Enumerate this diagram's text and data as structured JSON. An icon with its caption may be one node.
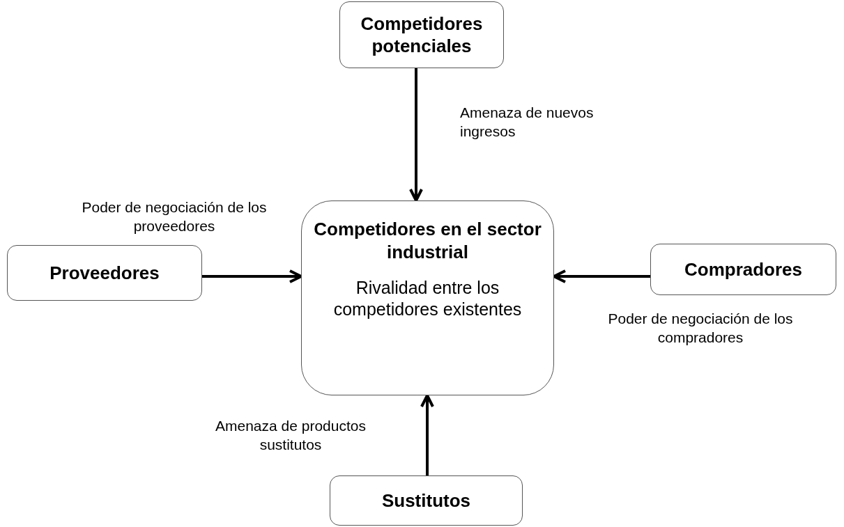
{
  "diagram": {
    "nodes": [
      {
        "text": [
          "Competidores potenciales"
        ]
      },
      {
        "text": [
          "Proveedores"
        ]
      },
      {
        "text": [
          "Competidores en el sector industrial",
          "Rivalidad entre los competidores existentes"
        ]
      },
      {
        "text": [
          "Compradores"
        ]
      },
      {
        "text": [
          "Sustitutos"
        ]
      }
    ],
    "edges": [
      {
        "from": 0,
        "to": 2,
        "arrow": "to",
        "label": "Amenaza de nuevos ingresos"
      },
      {
        "from": 1,
        "to": 2,
        "arrow": "to",
        "label": "Poder de negociación de los proveedores"
      },
      {
        "from": 3,
        "to": 2,
        "arrow": "to",
        "label": "Poder de negociación de los compradores"
      },
      {
        "from": 4,
        "to": 2,
        "arrow": "to",
        "label": "Amenaza de productos sustitutos"
      }
    ]
  }
}
